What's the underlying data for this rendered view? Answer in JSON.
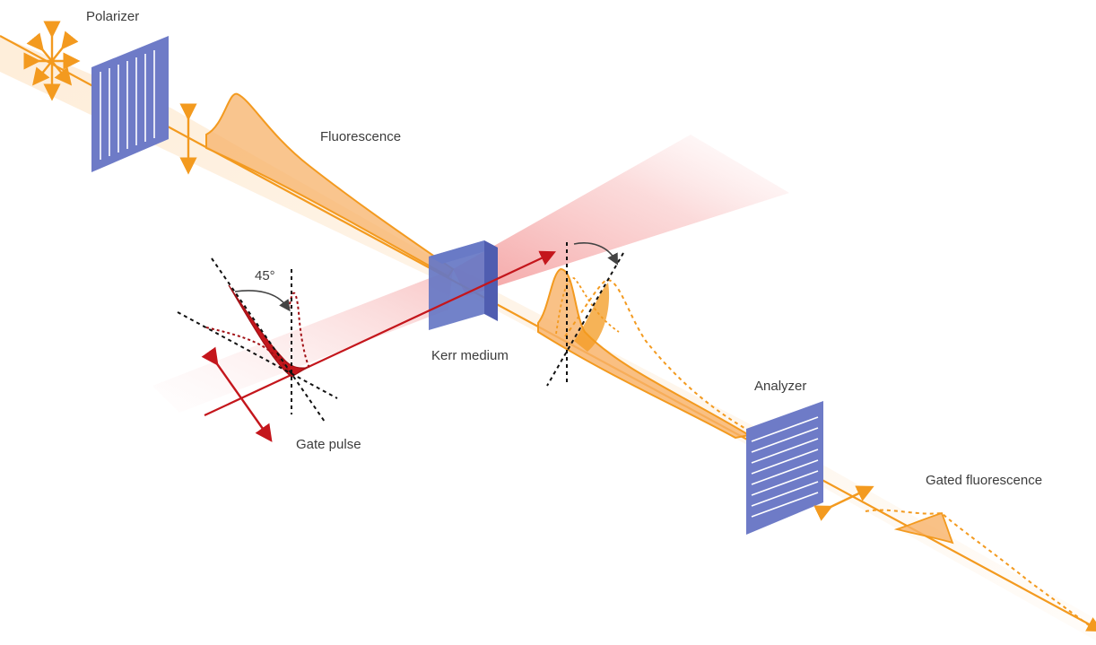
{
  "labels": {
    "polarizer": "Polarizer",
    "fluorescence": "Fluorescence",
    "angle": "45°",
    "kerr_medium": "Kerr medium",
    "gate_pulse": "Gate pulse",
    "analyzer": "Analyzer",
    "gated_fluorescence": "Gated fluorescence"
  },
  "colors": {
    "beam_orange": "#f39a1f",
    "pulse_fill": "#f7b168",
    "gate_red": "#c4161c",
    "gate_glow": "#f07a7a",
    "polarizer_blue": "#6e7bc7",
    "kerr_blue": "#6677c4",
    "guide_black": "#111111",
    "text_gray": "#3c3c3c"
  }
}
